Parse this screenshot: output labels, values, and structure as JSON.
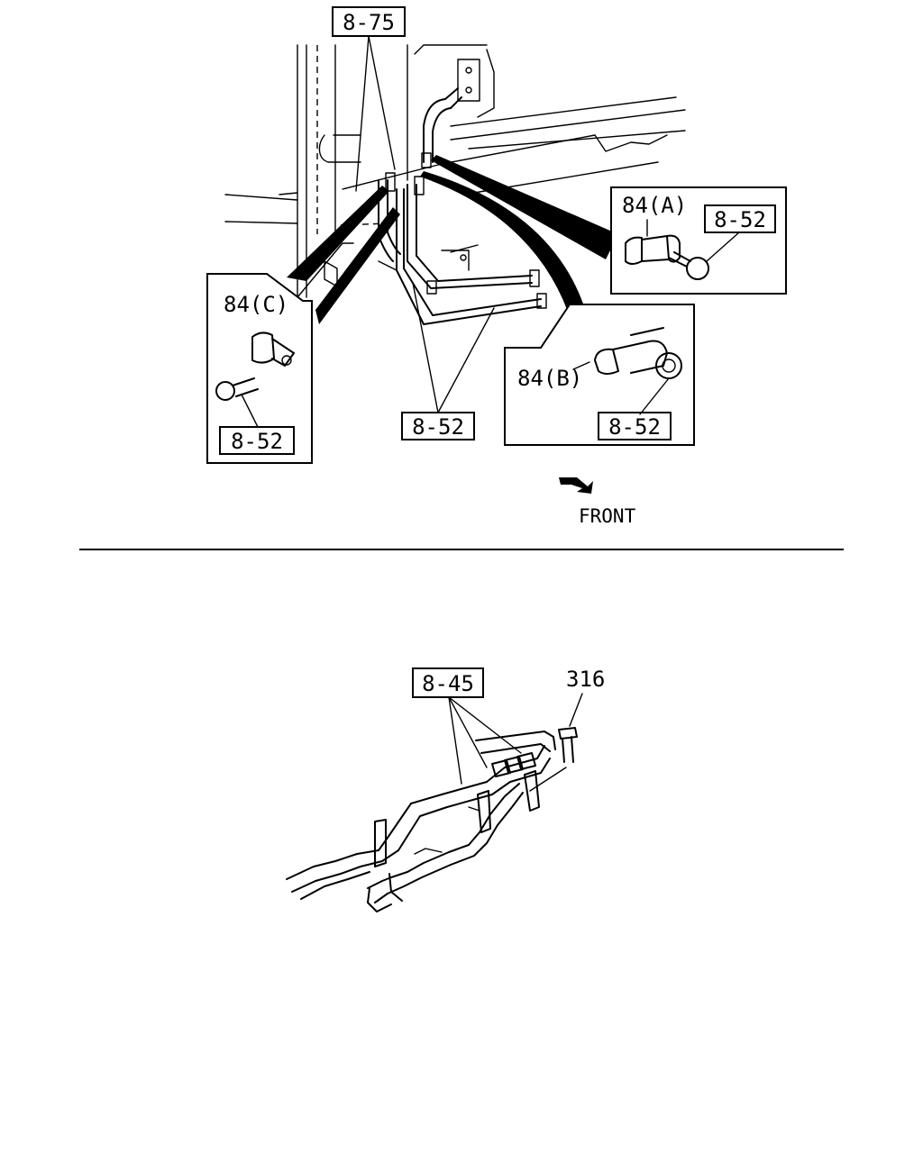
{
  "upper_view": {
    "callouts": {
      "hose_main": "8-75",
      "clip_a": "84(A)",
      "bolt_a": "8-52",
      "clip_b": "84(B)",
      "bolt_b": "8-52",
      "clip_c": "84(C)",
      "bolt_c": "8-52",
      "pipe_lines": "8-52"
    },
    "direction": "FRONT"
  },
  "lower_view": {
    "callouts": {
      "pipe_assembly": "8-45",
      "bolt": "316"
    }
  }
}
